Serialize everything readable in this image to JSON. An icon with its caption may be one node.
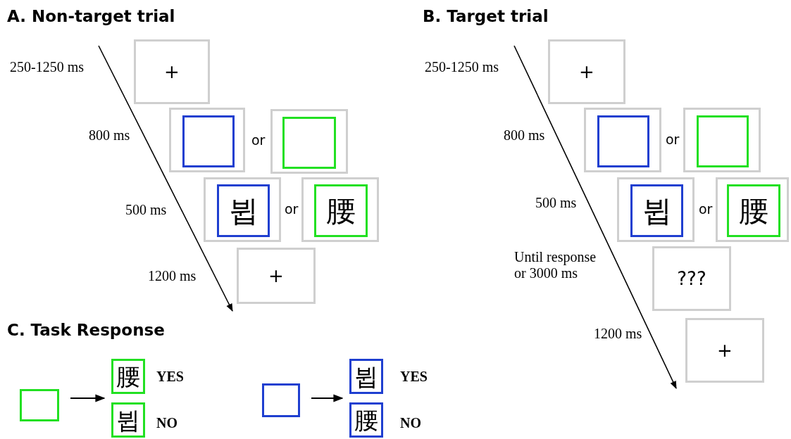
{
  "diagram": {
    "nodes": [
      {
        "text": [
          "+"
        ]
      },
      {
        "text": [],
        "shape": "box"
      },
      {
        "text": [],
        "shape": "box",
        "in": 1
      },
      {
        "text": [],
        "shape": "box"
      },
      {
        "text": [],
        "shape": "box",
        "in": 3
      },
      {
        "text": [],
        "shape": "box"
      },
      {
        "text": [
          "뷥"
        ],
        "in": 5
      },
      {
        "text": [],
        "shape": "box"
      },
      {
        "text": [
          "腰"
        ],
        "in": 7
      },
      {
        "text": [
          "+"
        ]
      },
      {
        "text": [
          "+"
        ]
      },
      {
        "text": [],
        "shape": "box"
      },
      {
        "text": [],
        "shape": "box",
        "in": 11
      },
      {
        "text": [],
        "shape": "box"
      },
      {
        "text": [],
        "shape": "box",
        "in": 13
      },
      {
        "text": [],
        "shape": "box"
      },
      {
        "text": [
          "뷥"
        ],
        "in": 15
      },
      {
        "text": [],
        "shape": "box"
      },
      {
        "text": [
          "腰"
        ],
        "in": 17
      },
      {
        "text": [
          "???"
        ]
      },
      {
        "text": [
          "+"
        ]
      },
      {
        "text": [],
        "shape": "box"
      },
      {
        "text": [
          "腰"
        ],
        "beside": [
          "YES"
        ]
      },
      {
        "text": [
          "뷥"
        ],
        "beside": [
          "NO"
        ]
      },
      {
        "text": [],
        "shape": "box"
      },
      {
        "text": [
          "뷥"
        ],
        "beside": [
          "YES"
        ]
      },
      {
        "text": [
          "腰"
        ],
        "beside": [
          "NO"
        ]
      }
    ],
    "edges": [
      {
        "from": 21,
        "to": 22,
        "arrow": "to"
      },
      {
        "from": 21,
        "to": 23,
        "arrow": "to"
      },
      {
        "from": 24,
        "to": 25,
        "arrow": "to"
      },
      {
        "from": 24,
        "to": 26,
        "arrow": "to"
      }
    ],
    "labels": [
      "A. Non-target trial",
      "B. Target trial",
      "250-1250 ms",
      "250-1250 ms",
      "800 ms",
      "or",
      "800 ms",
      "or",
      "500 ms",
      "or",
      "500 ms",
      "or",
      "1200 ms",
      "Until response or 3000 ms",
      "C. Task Response",
      "1200 ms"
    ]
  }
}
